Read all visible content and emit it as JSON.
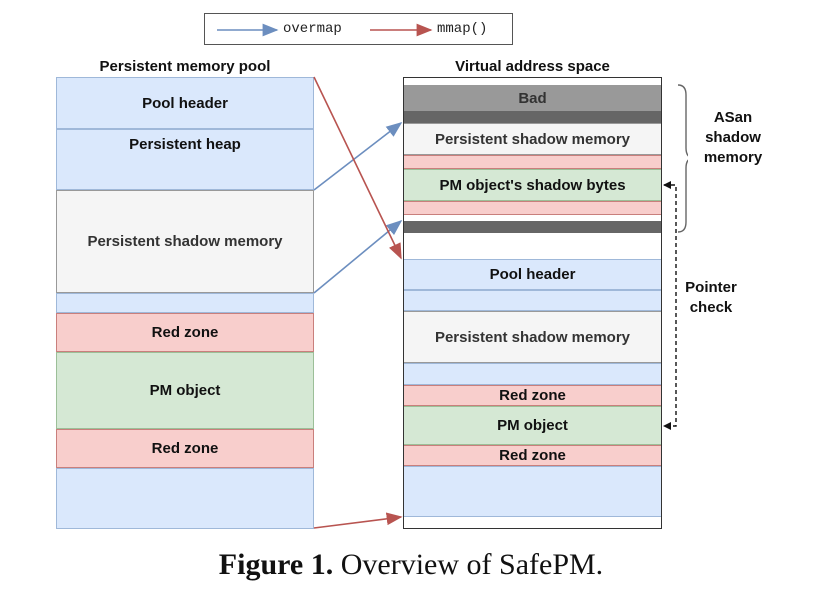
{
  "legend": {
    "overmap": "overmap",
    "mmap": "mmap()"
  },
  "colors": {
    "overmap_arrow": "#6c8ebf",
    "mmap_arrow": "#b85450"
  },
  "left": {
    "title": "Persistent memory pool",
    "pool_header": "Pool header",
    "persistent_heap": "Persistent heap",
    "shadow_memory": "Persistent shadow memory",
    "red_zone_1": "Red zone",
    "pm_object": "PM object",
    "red_zone_2": "Red zone"
  },
  "right": {
    "title": "Virtual address space",
    "bad": "Bad",
    "shadow_memory_top": "Persistent shadow memory",
    "pm_shadow_bytes": "PM object's shadow bytes",
    "pool_header": "Pool header",
    "shadow_memory": "Persistent shadow memory",
    "red_zone_1": "Red zone",
    "pm_object": "PM object",
    "red_zone_2": "Red zone"
  },
  "annotations": {
    "asan_line1": "ASan",
    "asan_line2": "shadow",
    "asan_line3": "memory",
    "pointer_line1": "Pointer",
    "pointer_line2": "check"
  },
  "caption": {
    "bold": "Figure 1.",
    "text": " Overview of SafePM."
  }
}
